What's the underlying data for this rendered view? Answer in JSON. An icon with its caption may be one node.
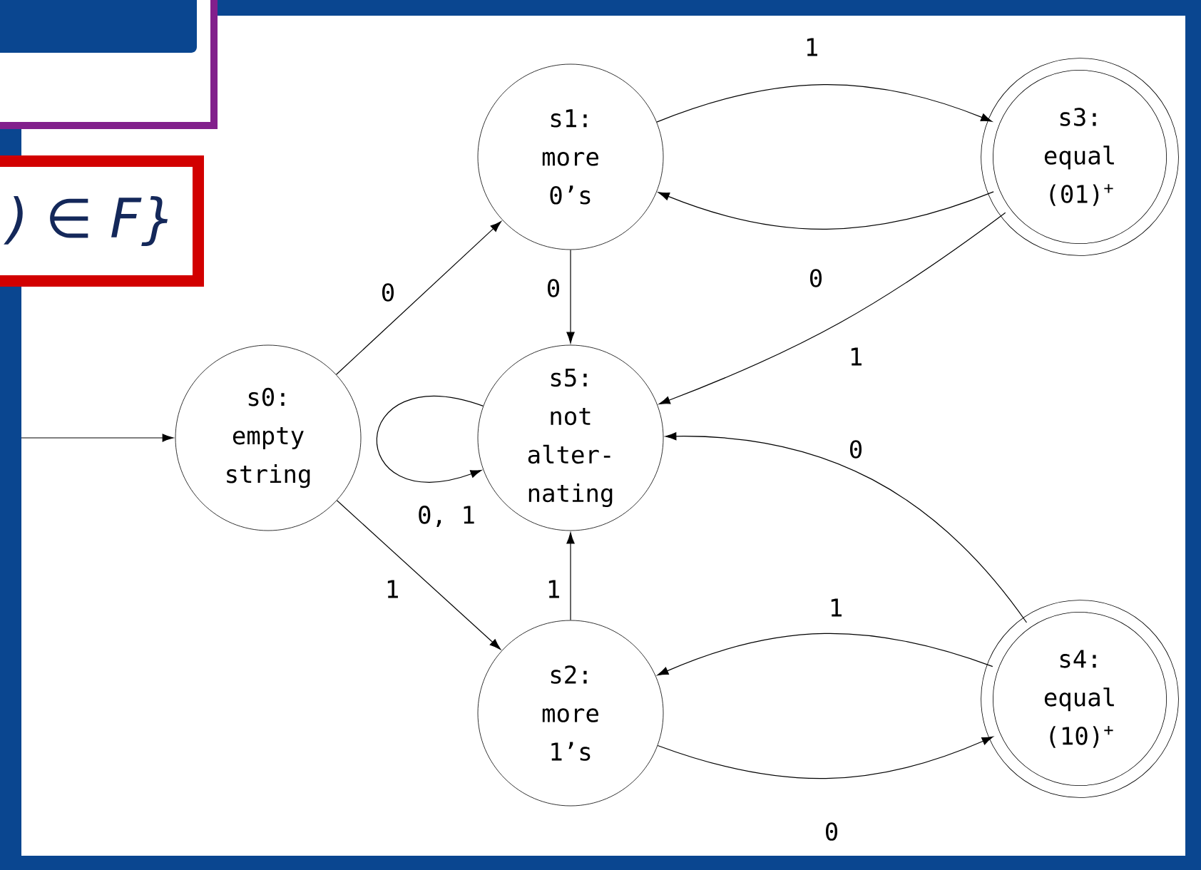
{
  "diagram": {
    "nodes": [
      {
        "text": [
          "s0: empty string"
        ]
      },
      {
        "text": [
          "s1: more 0’s"
        ]
      },
      {
        "text": [
          "s2: more 1’s"
        ]
      },
      {
        "text": [
          "s3: equal (01)$^{+}$"
        ]
      },
      {
        "text": [
          "s4: equal (10)$^{+}$"
        ]
      },
      {
        "text": [
          "s5: not alter- nating"
        ]
      }
    ],
    "edges": [
      {
        "from": null,
        "to": 0,
        "arrow": "to"
      },
      {
        "from": 0,
        "to": 1,
        "arrow": "to",
        "label": "0"
      },
      {
        "from": 0,
        "to": 2,
        "arrow": "to",
        "label": "1"
      },
      {
        "from": 1,
        "to": 3,
        "arrow": "to",
        "label": "1"
      },
      {
        "from": 3,
        "to": 1,
        "arrow": "to",
        "label": "0"
      },
      {
        "from": 1,
        "to": 5,
        "arrow": "to",
        "label": "0"
      },
      {
        "from": 3,
        "to": 5,
        "arrow": "to",
        "label": "1"
      },
      {
        "from": 5,
        "to": 5,
        "arrow": "to",
        "label": "0, 1"
      },
      {
        "from": 2,
        "to": 5,
        "arrow": "to",
        "label": "1"
      },
      {
        "from": 4,
        "to": 5,
        "arrow": "to",
        "label": "0"
      },
      {
        "from": 4,
        "to": 2,
        "arrow": "to",
        "label": "1"
      },
      {
        "from": 2,
        "to": 4,
        "arrow": "to",
        "label": "0"
      }
    ],
    "labels": [
      ") ∈ F}"
    ]
  }
}
